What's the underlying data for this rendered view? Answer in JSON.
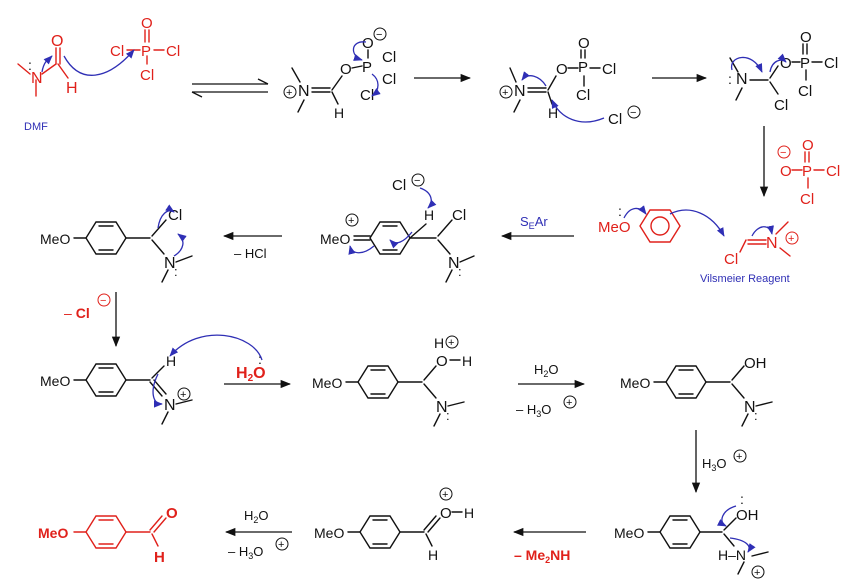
{
  "colors": {
    "black": "#111111",
    "red": "#e0211b",
    "blue": "#2f2fb5"
  },
  "atoms": {
    "O": "O",
    "N": "N",
    "H": "H",
    "Cl": "Cl",
    "P": "P",
    "OH": "OH",
    "MeO": "MeO",
    "HN": "H–N"
  },
  "charges": {
    "plus": "+",
    "minus": "−"
  },
  "lone_pair": ":",
  "labels": {
    "dmf": "DMF",
    "vilsmeier": "Vilsmeier Reagent",
    "sear_main": "S",
    "sear_sub": "E",
    "sear_end": "Ar",
    "minus_hcl": "– HCl",
    "minus_cl_prefix": "–",
    "minus_cl_atom": "Cl",
    "water": "H",
    "water_sub": "2",
    "water_end": "O",
    "h3o_prefix": "– H",
    "h3o_sub": "3",
    "h3o_end": "O",
    "h3o_add": "H",
    "me2nh_prefix": "– Me",
    "me2nh_sub": "2",
    "me2nh_end": "NH"
  },
  "icons": {
    "reaction-arrow": "straight-arrow",
    "equilibrium-arrow": "double-half-arrow",
    "electron-arrow": "curly-arrow"
  }
}
